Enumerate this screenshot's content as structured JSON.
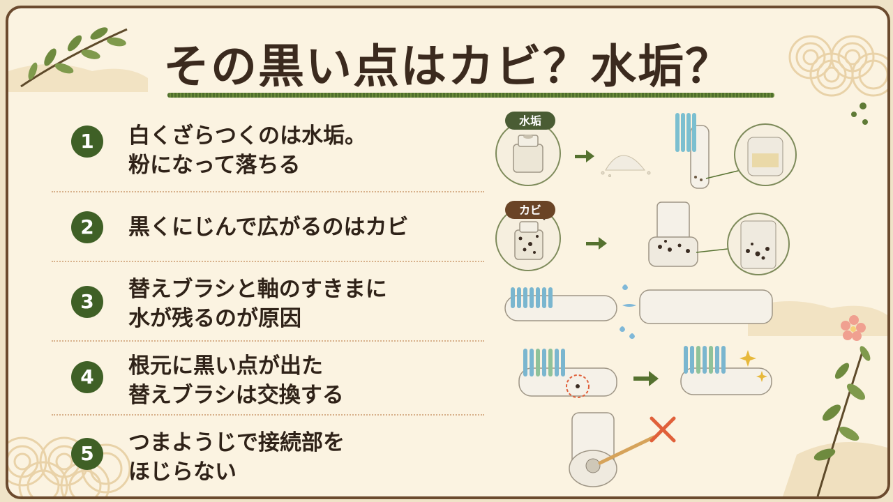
{
  "title": "その黒い点はカビ？水垢？",
  "tips": [
    {
      "number": "1",
      "text": "白くざらつくのは水垢。\n粉になって落ちる"
    },
    {
      "number": "2",
      "text": "黒くにじんで広がるのはカビ"
    },
    {
      "number": "3",
      "text": "替えブラシと軸のすきまに\n水が残るのが原因"
    },
    {
      "number": "4",
      "text": "根元に黒い点が出た\n替えブラシは交換する"
    },
    {
      "number": "5",
      "text": "つまようじで接続部を\nほじらない"
    }
  ],
  "labels": {
    "limescale": "水垢",
    "mold": "カビ"
  },
  "colors": {
    "frame": "#6b4a2e",
    "background": "#fbf3e1",
    "accent_green": "#3f6026",
    "mold_badge": "#6a4426",
    "limescale_badge": "#4a5c34",
    "warning": "#e0603a"
  },
  "icons": [
    "leaf-branch-icon",
    "wave-pattern-icon",
    "flower-icon",
    "sparkle-icon",
    "cross-mark-icon",
    "water-drop-icon",
    "arrow-right-icon"
  ]
}
